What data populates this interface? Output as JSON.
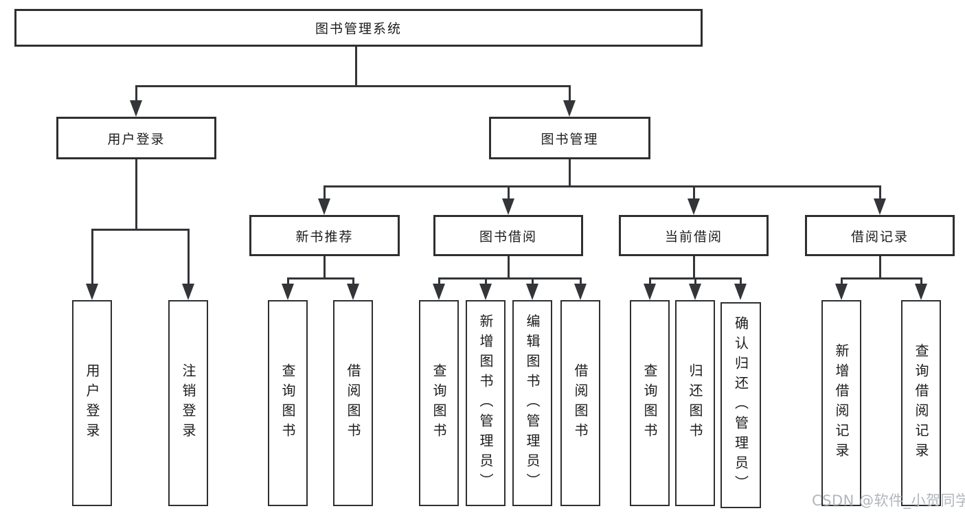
{
  "root": {
    "label": "图书管理系统"
  },
  "level2": {
    "user_login": {
      "label": "用户登录",
      "children": [
        "用户登录",
        "注销登录"
      ]
    },
    "book_mgmt": {
      "label": "图书管理"
    }
  },
  "level3": {
    "new_book_rec": {
      "label": "新书推荐",
      "children": [
        "查询图书",
        "借阅图书"
      ]
    },
    "book_borrow": {
      "label": "图书借阅",
      "children": [
        "查询图书",
        "新增图书（管理员）",
        "编辑图书（管理员）",
        "借阅图书"
      ]
    },
    "current_borrow": {
      "label": "当前借阅",
      "children": [
        "查询图书",
        "归还图书",
        "确认归还（管理员）"
      ]
    },
    "borrow_record": {
      "label": "借阅记录",
      "children": [
        "新增借阅记录",
        "查询借阅记录"
      ]
    }
  },
  "watermark": "CSDN @软件_小贺同学",
  "colors": {
    "line": "#333538",
    "box_border": "#2d2f31",
    "text": "#1c1c1c",
    "watermark": "#b2b6bb",
    "background": "#ffffff"
  }
}
